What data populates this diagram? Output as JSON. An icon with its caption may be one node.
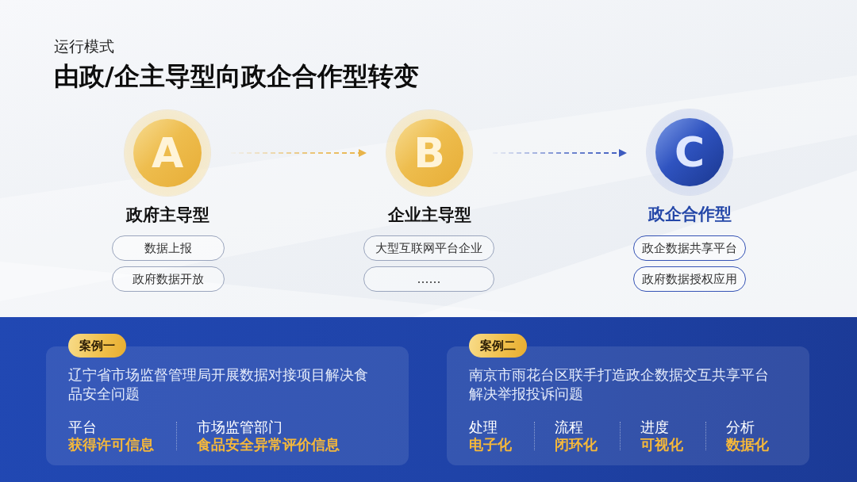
{
  "diagram": {
    "title": "由政/企主导型向政企合作型转变",
    "nodes": [
      {
        "text": [
          "A",
          "政府主导型"
        ]
      },
      {
        "text": [
          "B",
          "企业主导型"
        ]
      },
      {
        "text": [
          "C",
          "政企合作型"
        ]
      },
      {
        "text": [
          "数据上报"
        ]
      },
      {
        "text": [
          "政府数据开放"
        ]
      },
      {
        "text": [
          "大型互联网平台企业"
        ]
      },
      {
        "text": [
          "……"
        ]
      },
      {
        "text": [
          "政企数据共享平台"
        ]
      },
      {
        "text": [
          "政府数据授权应用"
        ]
      },
      {
        "text": [
          "案例一",
          "辽宁省市场监督管理局开展数据对接项目解决食品安全问题",
          "平台",
          "获得许可信息",
          "市场监管部门",
          "食品安全异常评价信息"
        ]
      },
      {
        "text": [
          "案例二",
          "南京市雨花台区联手打造政企数据交互共享平台解决举报投诉问题",
          "处理",
          "电子化",
          "流程",
          "闭环化",
          "进度",
          "可视化",
          "分析",
          "数据化"
        ]
      }
    ],
    "edges": [
      {
        "from": 0,
        "to": 1,
        "arrow": "to",
        "style": "dashed",
        "color": "#e8b44a"
      },
      {
        "from": 1,
        "to": 2,
        "arrow": "to",
        "style": "dashed",
        "color": "#3d5bbf"
      }
    ],
    "labels": [
      "运行模式"
    ]
  }
}
